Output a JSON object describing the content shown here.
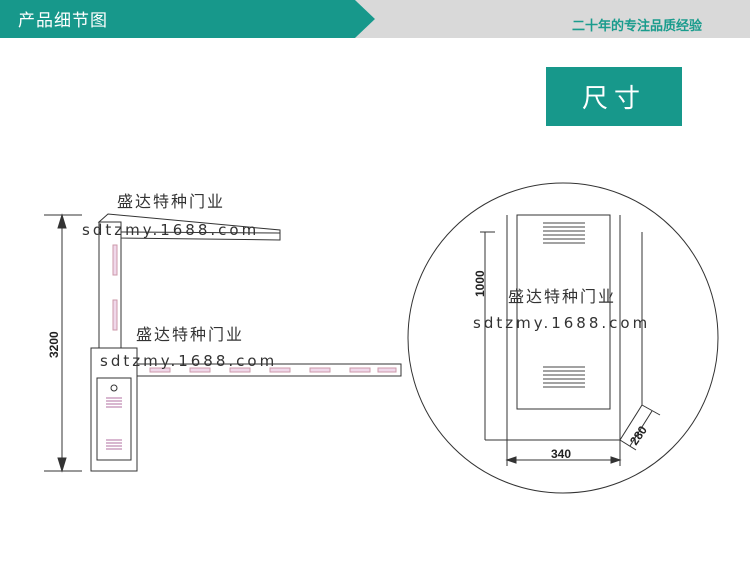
{
  "header": {
    "title": "产品细节图",
    "slogan": "二十年的专注品质经验"
  },
  "section_label": "尺寸",
  "dimensions": {
    "height": "3200",
    "panel_height": "1000",
    "width": "340",
    "depth": "280"
  },
  "watermarks": [
    {
      "name": "盛达特种门业",
      "url": "sdtzmy.1688.com"
    },
    {
      "name": "盛达特种门业",
      "url": "sdtzmy.1688.com"
    },
    {
      "name": "盛达特种门业",
      "url": "sdtzmy.1688.com"
    }
  ],
  "colors": {
    "brand_teal": "#17988b",
    "banner_gray": "#d9d9d9"
  }
}
